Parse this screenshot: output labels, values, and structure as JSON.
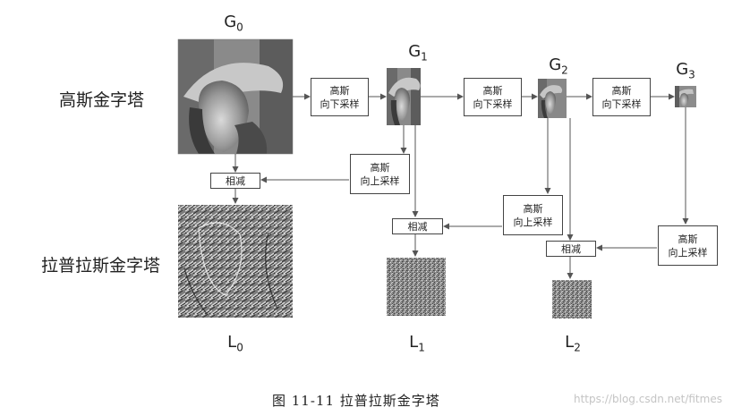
{
  "rows": {
    "gaussian": "高斯金字塔",
    "laplacian": "拉普拉斯金字塔"
  },
  "gaussian_levels": [
    {
      "base": "G",
      "sub": "0"
    },
    {
      "base": "G",
      "sub": "1"
    },
    {
      "base": "G",
      "sub": "2"
    },
    {
      "base": "G",
      "sub": "3"
    }
  ],
  "laplacian_levels": [
    {
      "base": "L",
      "sub": "0"
    },
    {
      "base": "L",
      "sub": "1"
    },
    {
      "base": "L",
      "sub": "2"
    }
  ],
  "boxes": {
    "down_line1": "高斯",
    "down_line2": "向下采样",
    "up_line1": "高斯",
    "up_line2": "向上采样",
    "subtract": "相减"
  },
  "caption": "图 11-11 拉普拉斯金字塔",
  "watermark": "https://blog.csdn.net/fitmes"
}
